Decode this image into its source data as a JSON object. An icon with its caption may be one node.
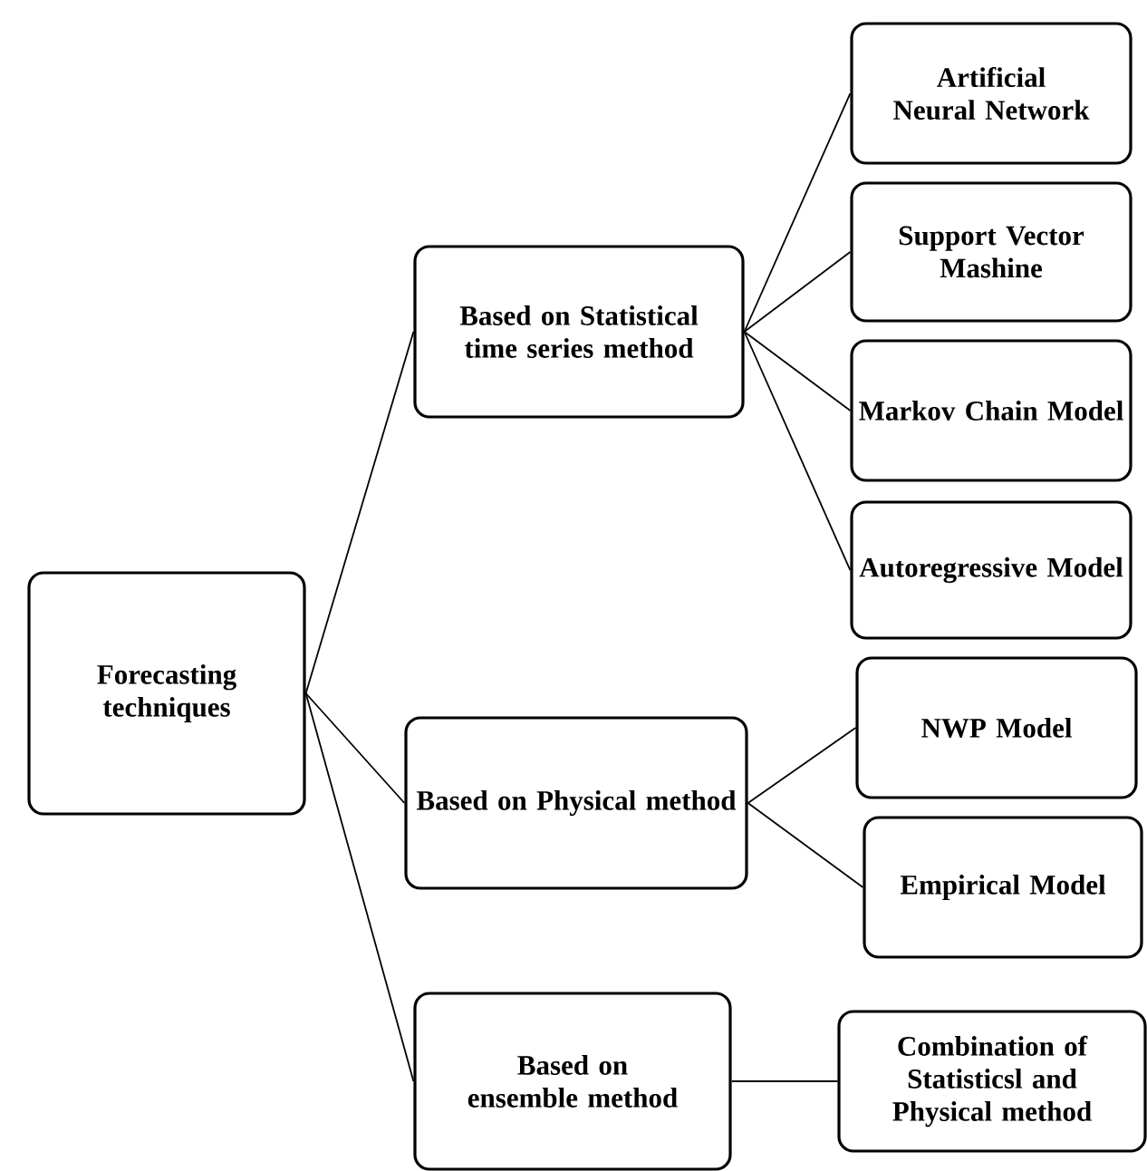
{
  "diagram": {
    "nodes": [
      {
        "text": [
          "Forecasting techniques"
        ]
      },
      {
        "text": [
          "Based on Statistical time series method"
        ]
      },
      {
        "text": [
          "Artificial Neural Network"
        ]
      },
      {
        "text": [
          "Support Vector Mashine"
        ]
      },
      {
        "text": [
          "Markov Chain Model"
        ]
      },
      {
        "text": [
          "Autoregressive Model"
        ]
      },
      {
        "text": [
          "Based on Physical method"
        ]
      },
      {
        "text": [
          "NWP Model"
        ]
      },
      {
        "text": [
          "Empirical Model"
        ]
      },
      {
        "text": [
          "Based on ensemble method"
        ]
      },
      {
        "text": [
          "Combination of Statisticsl and Physical method"
        ]
      }
    ],
    "edges": [
      {
        "from": 0,
        "to": 1,
        "arrow": "none"
      },
      {
        "from": 1,
        "to": 2,
        "arrow": "none"
      },
      {
        "from": 1,
        "to": 3,
        "arrow": "none"
      },
      {
        "from": 1,
        "to": 4,
        "arrow": "none"
      },
      {
        "from": 1,
        "to": 5,
        "arrow": "none"
      },
      {
        "from": 0,
        "to": 6,
        "arrow": "none"
      },
      {
        "from": 6,
        "to": 7,
        "arrow": "none"
      },
      {
        "from": 6,
        "to": 8,
        "arrow": "none"
      },
      {
        "from": 0,
        "to": 9,
        "arrow": "none"
      },
      {
        "from": 9,
        "to": 10,
        "arrow": "none"
      }
    ]
  }
}
